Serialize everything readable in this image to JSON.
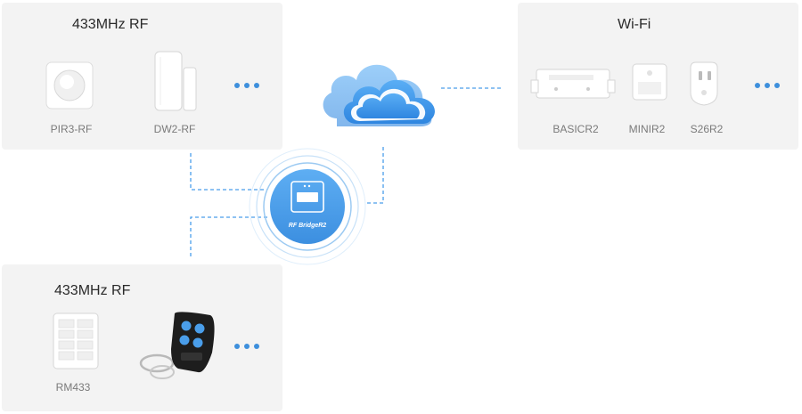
{
  "rf_top": {
    "title": "433MHz RF",
    "devices": [
      {
        "label": "PIR3-RF",
        "icon": "motion-sensor-icon"
      },
      {
        "label": "DW2-RF",
        "icon": "door-window-sensor-icon"
      }
    ]
  },
  "wifi": {
    "title": "Wi-Fi",
    "devices": [
      {
        "label": "BASICR2",
        "icon": "basic-switch-icon"
      },
      {
        "label": "MINIR2",
        "icon": "mini-switch-icon"
      },
      {
        "label": "S26R2",
        "icon": "smart-plug-icon"
      }
    ]
  },
  "rf_bottom": {
    "title": "433MHz RF",
    "devices": [
      {
        "label": "RM433",
        "icon": "wall-remote-icon"
      },
      {
        "label": "",
        "icon": "key-fob-remote-icon"
      }
    ]
  },
  "hub": {
    "label": "RF BridgeR2",
    "icon": "rf-bridge-icon"
  },
  "cloud": {
    "icon": "cloud-icon"
  },
  "colors": {
    "accent": "#3d8fdc",
    "hub_blue": "#4a9eea",
    "panel_bg": "#f3f3f3",
    "line": "#4a9eea"
  }
}
